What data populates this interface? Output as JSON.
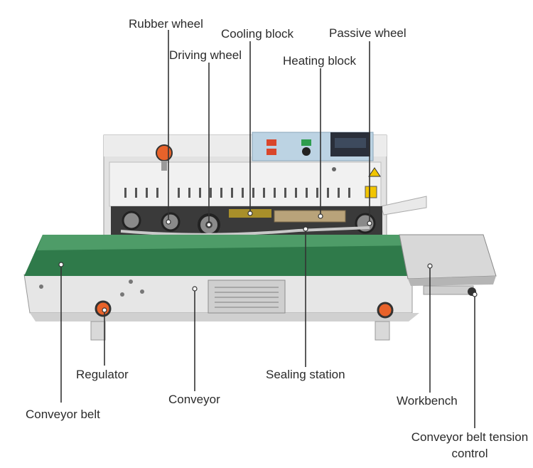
{
  "labels": {
    "rubber_wheel": "Rubber wheel",
    "cooling_block": "Cooling block",
    "passive_wheel": "Passive wheel",
    "driving_wheel": "Driving wheel",
    "heating_block": "Heating block",
    "regulator": "Regulator",
    "sealing_station": "Sealing station",
    "conveyor": "Conveyor",
    "workbench": "Workbench",
    "conveyor_belt": "Conveyor belt",
    "tension_control_line1": "Conveyor belt tension",
    "tension_control_line2": "control"
  },
  "colors": {
    "belt_green": "#2f7a4a",
    "belt_green_light": "#4e9c68",
    "body_gray": "#e4e4e4",
    "knob_orange": "#e8622a",
    "panel_blue": "#bcd3e3"
  }
}
